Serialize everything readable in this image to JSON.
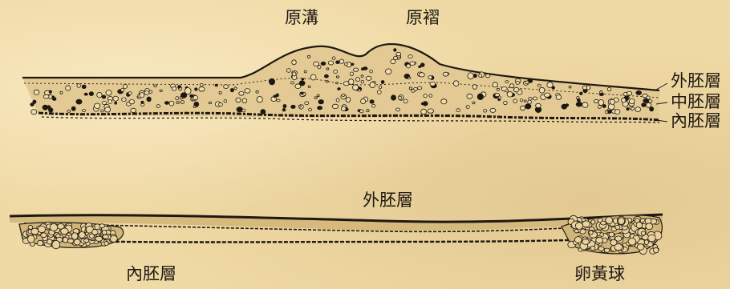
{
  "top_figure": {
    "labels": {
      "primitive_groove": "原溝",
      "primitive_fold": "原褶",
      "ectoderm": "外胚層",
      "mesoderm": "中胚層",
      "endoderm": "內胚層"
    }
  },
  "bottom_figure": {
    "labels": {
      "ectoderm": "外胚層",
      "endoderm": "內胚層",
      "yolk_ball": "卵黃球"
    }
  },
  "colors": {
    "paper": "#efd9a4",
    "ink": "#1d1812"
  }
}
